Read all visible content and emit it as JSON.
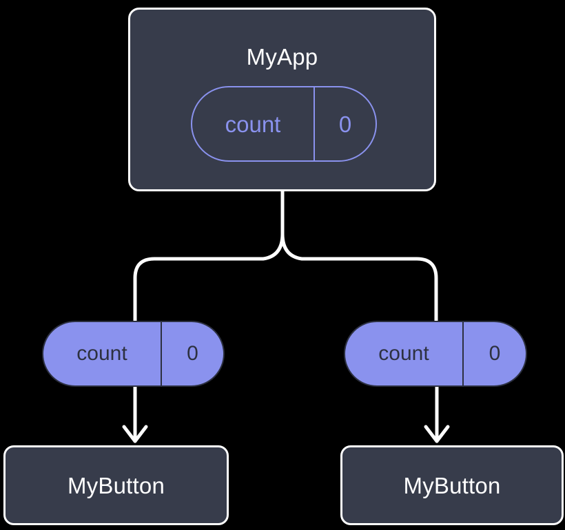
{
  "diagram": {
    "title": "MyApp component tree with count state",
    "background_color": "#000000",
    "node_fill": "#373C4B",
    "node_border": "#FFFFFF",
    "accent_color": "#8A92EE",
    "edge_color": "#FFFFFF",
    "pill_text_color": "#2D3140"
  },
  "root": {
    "label": "MyApp",
    "state": {
      "key": "count",
      "value": "0"
    }
  },
  "props": [
    {
      "key": "count",
      "value": "0"
    },
    {
      "key": "count",
      "value": "0"
    }
  ],
  "children": [
    {
      "label": "MyButton"
    },
    {
      "label": "MyButton"
    }
  ],
  "edges": {
    "fork_from": "MyApp",
    "fork_to": [
      "left-branch",
      "right-branch"
    ],
    "arrow_heads": 2
  }
}
